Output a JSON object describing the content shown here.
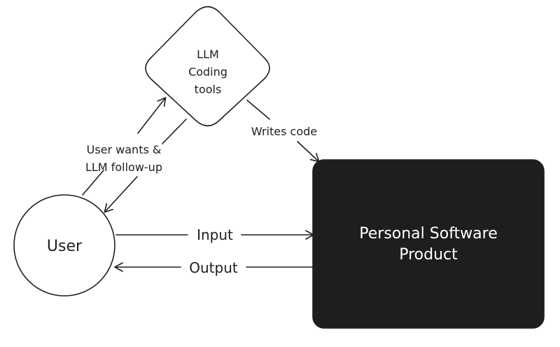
{
  "nodes": {
    "llm_tools": {
      "lines": [
        "LLM",
        "Coding",
        "tools"
      ]
    },
    "user": {
      "label": "User"
    },
    "product": {
      "lines": [
        "Personal Software",
        "Product"
      ]
    }
  },
  "edges": {
    "writes_code": {
      "label": "Writes code"
    },
    "user_wants": {
      "lines": [
        "User wants &",
        "LLM follow-up"
      ]
    },
    "input": {
      "label": "Input"
    },
    "output": {
      "label": "Output"
    }
  },
  "colors": {
    "ink": "#1e1e1e",
    "product_fill": "#1e1e1e",
    "product_text": "#ffffff",
    "background": "#ffffff"
  }
}
